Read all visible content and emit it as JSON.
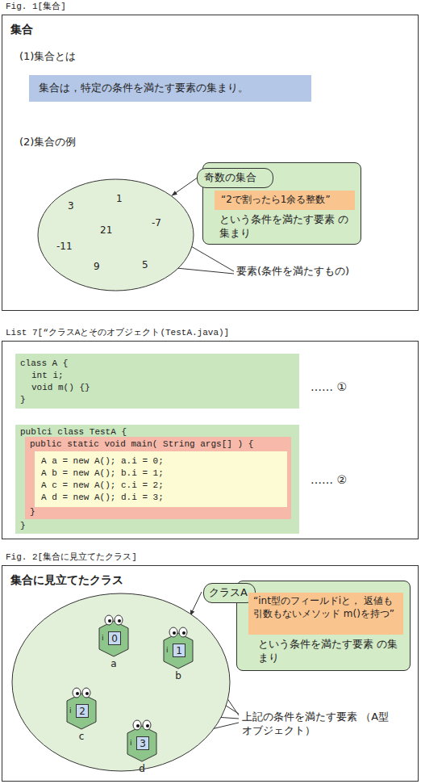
{
  "diagram": {
    "nodes": [
      {
        "text": [
          "Fig. 1[集合]",
          "集合"
        ]
      },
      {
        "text": [
          "集合は，特定の条件を満たす要素の集まり。"
        ],
        "in": 0
      },
      {
        "text": [
          "3",
          "1",
          "21",
          "-7",
          "-11",
          "9",
          "5"
        ],
        "in": 0
      },
      {
        "text": [
          "という条件を満たす要素 の集まり"
        ],
        "in": 0
      },
      {
        "text": [
          "奇数の集合"
        ],
        "in": 3
      },
      {
        "text": [
          "“2で割ったら1余る整数”"
        ],
        "in": 3
      },
      {
        "text": [
          "List 7[“クラスAとそのオブジェクト(TestA.java)]"
        ]
      },
      {
        "text": [
          "class A {",
          "int i;",
          "void m() {}",
          "}"
        ],
        "in": 6
      },
      {
        "text": [
          "publci class TestA {",
          "}"
        ],
        "in": 6
      },
      {
        "text": [
          "public static void main( String args[] ) {",
          "}"
        ],
        "in": 8
      },
      {
        "text": [
          "A a = new A(); a.i = 0;",
          "A b = new A(); b.i = 1;",
          "A c = new A(); c.i = 2;",
          "A d = new A(); d.i = 3;"
        ],
        "in": 9
      },
      {
        "text": [
          "Fig. 2[集合に見立てたクラス]",
          "集合に見立てたクラス"
        ]
      },
      {
        "text": [
          "という条件を満たす要素 の集まり"
        ],
        "in": 11
      },
      {
        "text": [
          "クラスA"
        ],
        "in": 12
      },
      {
        "text": [
          "“int型のフィールドiと， 返値も引数もないメソッド m()を持つ”"
        ],
        "in": 12
      },
      {
        "text": [
          "i",
          "0",
          "a"
        ],
        "in": 11
      },
      {
        "text": [
          "i",
          "1",
          "b"
        ],
        "in": 11
      },
      {
        "text": [
          "i",
          "2",
          "c"
        ],
        "in": 11
      },
      {
        "text": [
          "i",
          "3",
          "d"
        ],
        "in": 11
      }
    ],
    "edges": [
      {
        "from": 4,
        "to": 2,
        "arrow": "to"
      }
    ],
    "labels": [
      "(1)集合とは",
      "(2)集合の例",
      "要素(条件を満たすもの)",
      "…… ①",
      "…… ②",
      "上記の条件を満たす要素 （A型オブジェクト）"
    ]
  }
}
